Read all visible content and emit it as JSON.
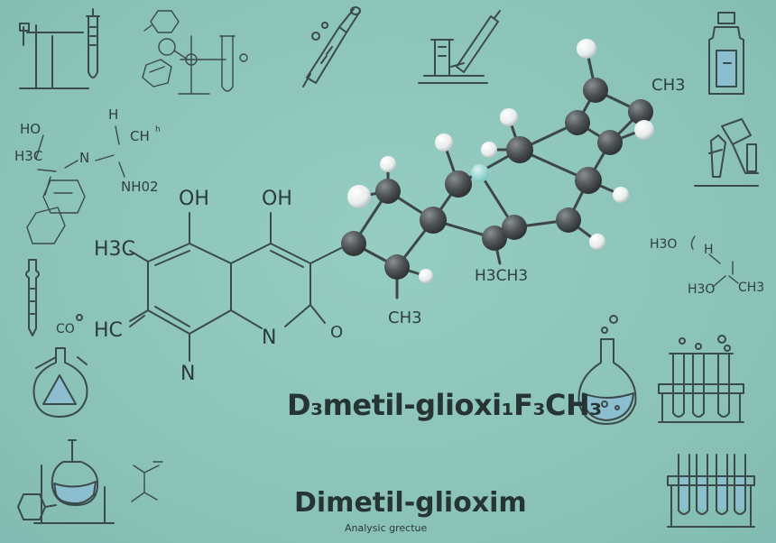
{
  "labels": {
    "main_oh_left": "OH",
    "main_oh_right": "OH",
    "main_h3c": "H3C",
    "main_hc": "HC",
    "main_n_bottom": "N",
    "main_n_ring": "N",
    "main_o": "O",
    "mol_ch3_top": "CH3",
    "mol_h3c_mid": "H3CH3",
    "mol_ch3_low": "CH3",
    "left_ho": "HO",
    "left_h3c": "H3C",
    "left_n": "N",
    "left_h": "H",
    "left_ch": "CH",
    "left_h_small": "h",
    "left_nh": "NH02",
    "right_h3o": "H3O",
    "right_h": "H",
    "right_h3o_low": "H3O",
    "right_ch3": "CH3",
    "bubble_co": "CO"
  },
  "title_main": "D₃metil-glioxi₁F₃CH₃",
  "title_secondary": "Dimetil-glioxim",
  "subtitle": "Analysic grectue",
  "colors": {
    "background": "#8fc7bd",
    "ink": "#3b4a4a",
    "atom_dark": "#4a4e50",
    "atom_light": "#f2f2f2",
    "atom_teal": "#9fd8d4",
    "liquid": "#8bbfcf"
  }
}
